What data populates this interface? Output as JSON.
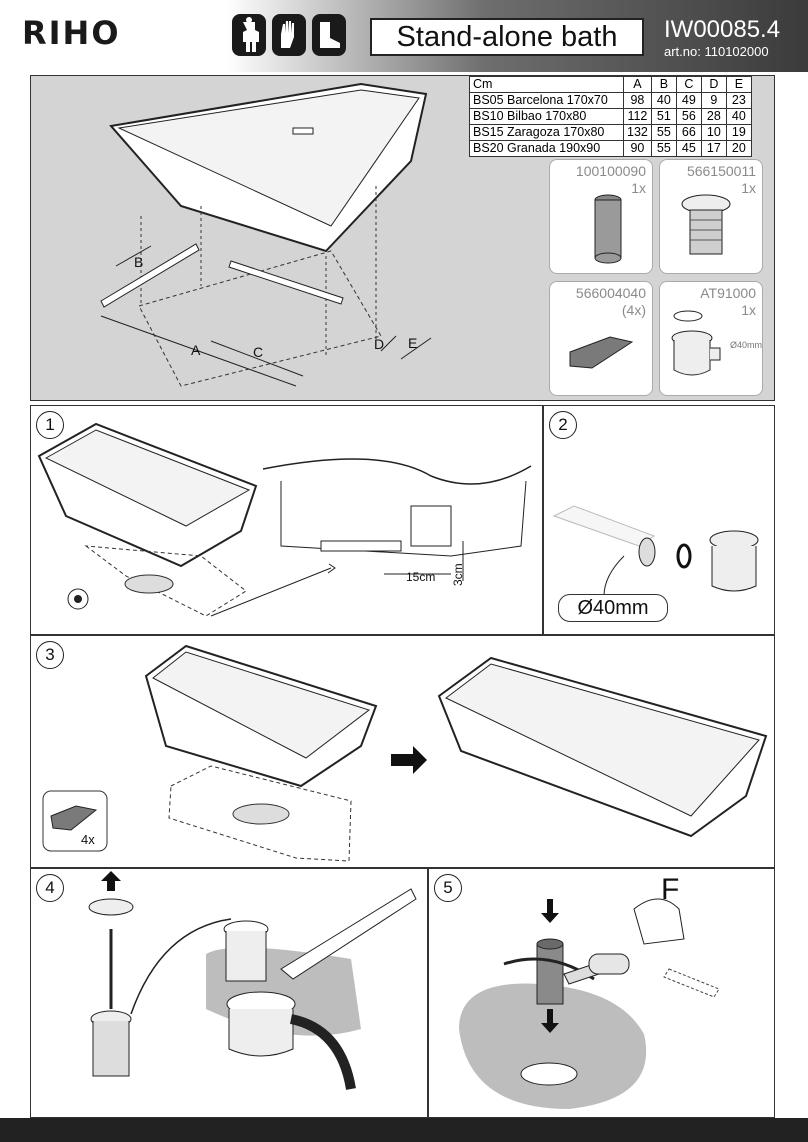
{
  "header": {
    "logo": "RIHO",
    "title": "Stand-alone bath",
    "doc_id": "IW00085.4",
    "art_no": "art.no: 110102000"
  },
  "colors": {
    "panel_gray": "#d4d4d4",
    "header_dark": "#3b3b3b",
    "ink": "#111111"
  },
  "ppe_icons": [
    "overall-icon",
    "gloves-icon",
    "boots-icon"
  ],
  "dimension_table": {
    "headers": [
      "Cm",
      "A",
      "B",
      "C",
      "D",
      "E"
    ],
    "rows": [
      [
        "BS05 Barcelona 170x70",
        "98",
        "40",
        "49",
        "9",
        "23"
      ],
      [
        "BS10 Bilbao 170x80",
        "112",
        "51",
        "56",
        "28",
        "40"
      ],
      [
        "BS15 Zaragoza 170x80",
        "132",
        "55",
        "66",
        "10",
        "19"
      ],
      [
        "BS20 Granada 190x90",
        "90",
        "55",
        "45",
        "17",
        "20"
      ]
    ]
  },
  "parts": [
    {
      "code": "100100090",
      "qty": "1x"
    },
    {
      "code": "566150011",
      "qty": "1x"
    },
    {
      "code": "566004040",
      "qty": "(4x)"
    },
    {
      "code": "AT91000",
      "qty": "1x",
      "note": "Ø40mm"
    }
  ],
  "overview_labels": {
    "a": "A",
    "b": "B",
    "c": "C",
    "d": "D",
    "e": "E"
  },
  "steps": {
    "s1": {
      "num": "1",
      "dim_h": "15cm",
      "dim_v": "3cm"
    },
    "s2": {
      "num": "2",
      "pipe": "Ø40mm"
    },
    "s3": {
      "num": "3",
      "qty": "4x"
    },
    "s4": {
      "num": "4"
    },
    "s5": {
      "num": "5",
      "force": "F"
    }
  }
}
